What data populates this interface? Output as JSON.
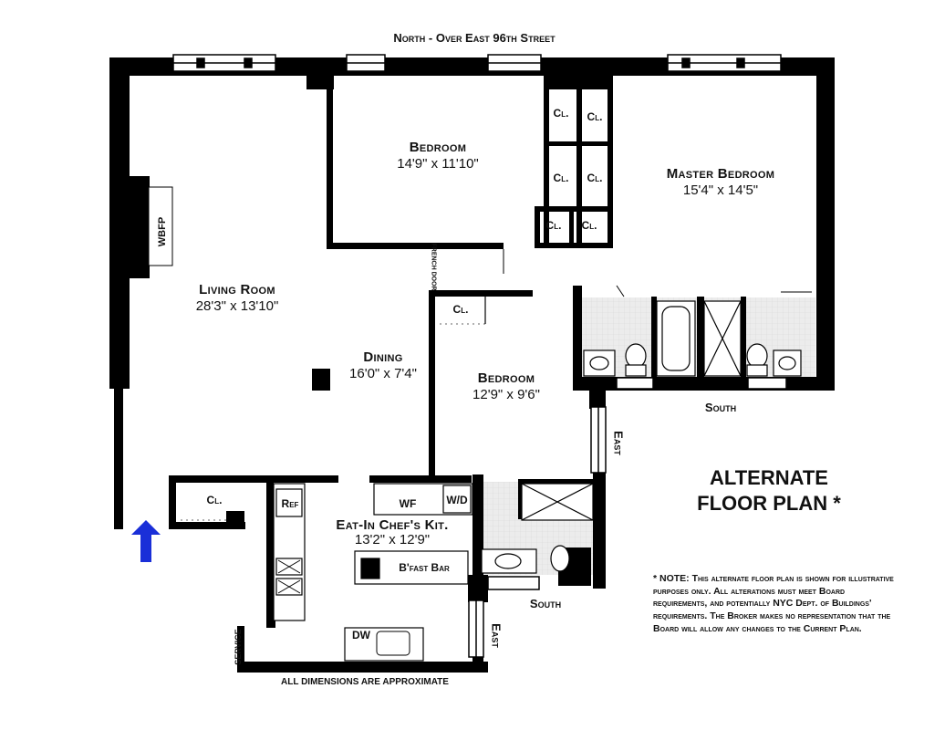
{
  "header": {
    "street_label": "North - Over East 96th Street"
  },
  "rooms": {
    "bedroom_north": {
      "name": "Bedroom",
      "dims": "14'9\" x 11'10\""
    },
    "master_bedroom": {
      "name": "Master Bedroom",
      "dims": "15'4\" x 14'5\""
    },
    "living_room": {
      "name": "Living Room",
      "dims": "28'3\" x 13'10\""
    },
    "dining": {
      "name": "Dining",
      "dims": "16'0\" x 7'4\""
    },
    "bedroom_east": {
      "name": "Bedroom",
      "dims": "12'9\" x 9'6\""
    },
    "kitchen": {
      "name": "Eat-In Chef's Kit.",
      "dims": "13'2\" x 12'9\""
    }
  },
  "fixtures": {
    "closet": "Cl.",
    "wbfp": "WBFP",
    "french_door": "French Door",
    "ref": "Ref",
    "wf": "WF",
    "wd": "W/D",
    "dw": "DW",
    "bfast_bar": "B'fast Bar",
    "service": "Service"
  },
  "compass": {
    "south_1": "South",
    "south_2": "South",
    "east_1": "East",
    "east_2": "East"
  },
  "title": {
    "line1": "ALTERNATE",
    "line2": "FLOOR PLAN *"
  },
  "note": {
    "text": "* NOTE: This alternate floor plan is shown for illustrative purposes only. All alterations must meet Board requirements, and potentially NYC Dept. of Buildings' requirements. The Broker makes no representation that the Board will allow any changes to the Current Plan."
  },
  "footer": {
    "dimensions_note": "All dimensions are approximate"
  },
  "colors": {
    "wall": "#000000",
    "entry_arrow": "#1a2fd8",
    "tile_floor": "#e6e6e6"
  }
}
